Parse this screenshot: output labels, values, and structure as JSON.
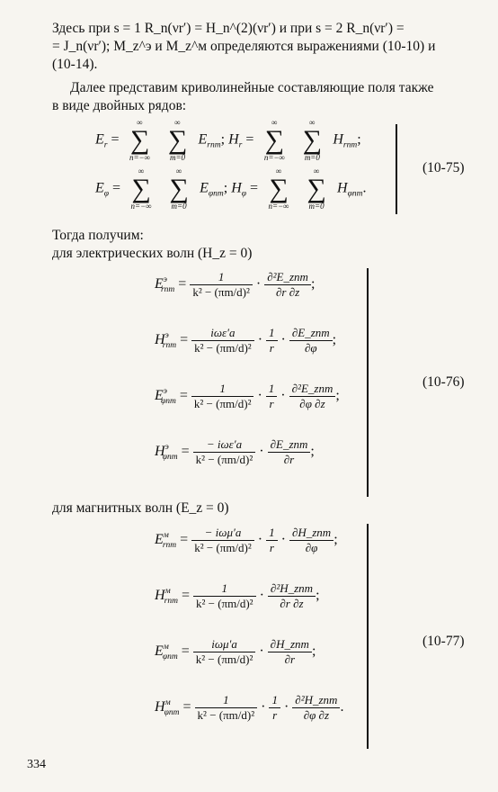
{
  "paragraph1": {
    "line1": "Здесь при s = 1  R_n(νr′) = H_n^(2)(νr′)  и  при  s = 2  R_n(νr′) =",
    "line2": "= J_n(νr′);  M_z^э и M_z^м   определяются  выражениями  (10-10)  и",
    "line3": "(10-14)."
  },
  "paragraph2": {
    "line1": "Далее представим криволинейные составляющие поля также",
    "line2": "в виде двойных рядов:"
  },
  "eq75": {
    "row1_lhs": "E",
    "row1_lhs_sub": "r",
    "row1_term": "E",
    "row1_term_sub": "rnm",
    "row1_mid": "H",
    "row1_mid_sub": "r",
    "row1_term2": "H",
    "row1_term2_sub": "rnm",
    "row2_lhs": "E",
    "row2_lhs_sub": "φ",
    "row2_term": "E",
    "row2_term_sub": "φnm",
    "row2_mid": "H",
    "row2_mid_sub": "φ",
    "row2_term2": "H",
    "row2_term2_sub": "φnm",
    "sum_top": "∞",
    "sum_n": "n=−∞",
    "sum_m": "m=0",
    "number": "(10-75)"
  },
  "then_text": "Тогда получим:",
  "electric_text": "для электрических волн (H_z = 0)",
  "magnetic_text": "для магнитных волн (E_z = 0)",
  "eq76": {
    "number": "(10-76)",
    "rows": [
      {
        "lhs": "E",
        "sup": "э",
        "sub": "rnm",
        "num": "1",
        "mult": "",
        "deriv_num": "∂²E_znm",
        "deriv_den": "∂r ∂z",
        "end": ";"
      },
      {
        "lhs": "H",
        "sup": "э",
        "sub": "rnm",
        "num": "iωε′a",
        "mult": "1/r",
        "deriv_num": "∂E_znm",
        "deriv_den": "∂φ",
        "end": ";"
      },
      {
        "lhs": "E",
        "sup": "э",
        "sub": "φnm",
        "num": "1",
        "mult": "1/r",
        "deriv_num": "∂²E_znm",
        "deriv_den": "∂φ ∂z",
        "end": ";"
      },
      {
        "lhs": "H",
        "sup": "э",
        "sub": "φnm",
        "num": "− iωε′a",
        "mult": "",
        "deriv_num": "∂E_znm",
        "deriv_den": "∂r",
        "end": ";"
      }
    ]
  },
  "eq77": {
    "number": "(10-77)",
    "rows": [
      {
        "lhs": "E",
        "sup": "м",
        "sub": "rnm",
        "num": "− iωμ′a",
        "mult": "1/r",
        "deriv_num": "∂H_znm",
        "deriv_den": "∂φ",
        "end": ";"
      },
      {
        "lhs": "H",
        "sup": "м",
        "sub": "rnm",
        "num": "1",
        "mult": "",
        "deriv_num": "∂²H_znm",
        "deriv_den": "∂r ∂z",
        "end": ";"
      },
      {
        "lhs": "E",
        "sup": "м",
        "sub": "φnm",
        "num": "iωμ′a",
        "mult": "",
        "deriv_num": "∂H_znm",
        "deriv_den": "∂r",
        "end": ";"
      },
      {
        "lhs": "H",
        "sup": "м",
        "sub": "φnm",
        "num": "1",
        "mult": "1/r",
        "deriv_num": "∂²H_znm",
        "deriv_den": "∂φ ∂z",
        "end": "."
      }
    ]
  },
  "denominator": "k² − (πm/d)²",
  "page_number": "334"
}
